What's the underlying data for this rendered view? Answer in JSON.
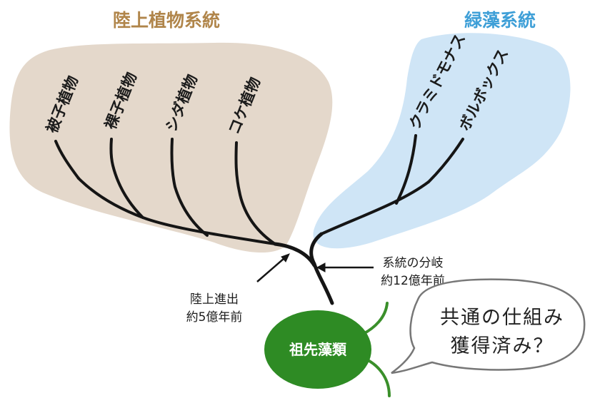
{
  "colors": {
    "land_title": "#b0854a",
    "green_title": "#3e9fd7",
    "land_region": "#e4d8cb",
    "green_region": "#cfe5f6",
    "branch": "#151515",
    "ancestor_fill": "#2e8b24",
    "ancestor_text": "#ffffff",
    "flagella": "#3a8f2a",
    "bubble_fill": "#ffffff",
    "bubble_stroke": "#777777"
  },
  "titles": {
    "land_plants": "陸上植物系統",
    "green_algae": "緑藻系統"
  },
  "land_species": [
    "被子植物",
    "裸子植物",
    "シダ植物",
    "コケ植物"
  ],
  "algae_species": [
    "クラミドモナス",
    "ボルボックス"
  ],
  "annotations": {
    "land_emergence": {
      "line1": "陸上進出",
      "line2": "約5億年前"
    },
    "divergence": {
      "line1": "系統の分岐",
      "line2": "約12億年前"
    }
  },
  "ancestor": {
    "label": "祖先藻類"
  },
  "bubble": {
    "line1": "共通の仕組み",
    "line2": "獲得済み？"
  }
}
